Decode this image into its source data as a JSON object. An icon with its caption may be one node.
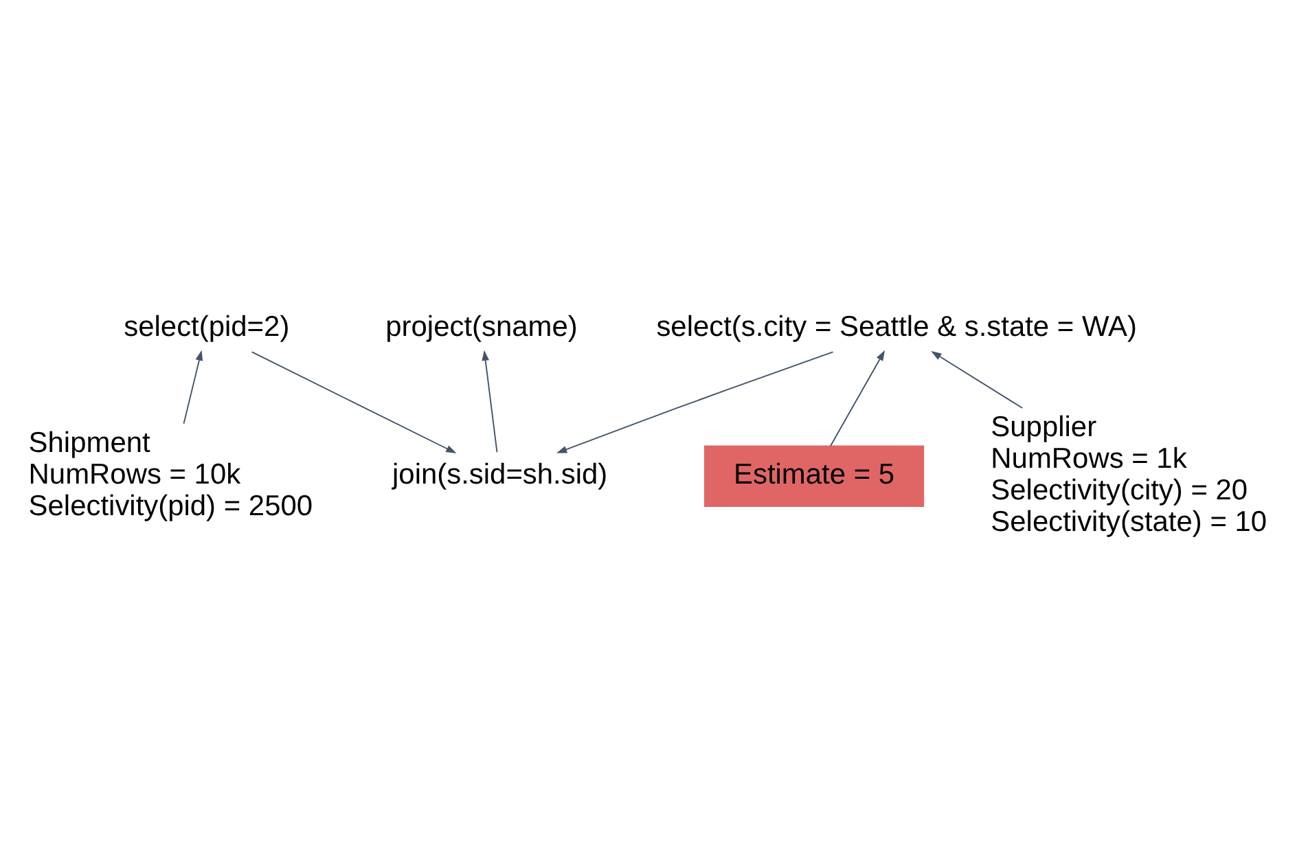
{
  "diagram": {
    "nodes": [
      {
        "text": [
          "project(sname)"
        ]
      },
      {
        "text": [
          "join(s.sid=sh.sid)"
        ]
      },
      {
        "text": [
          "Estimate = 5"
        ]
      },
      {
        "text": [
          "select(pid=2)"
        ]
      },
      {
        "text": [
          "select(s.city = Seattle & s.state = WA)"
        ]
      },
      {
        "text": [
          "Shipment",
          "NumRows = 10k",
          "Selectivity(pid) = 2500"
        ]
      },
      {
        "text": [
          "Supplier",
          "NumRows = 1k",
          "Selectivity(city) = 20",
          "Selectivity(state) = 10"
        ]
      }
    ],
    "edges": [
      {
        "from": 1,
        "to": 0,
        "arrow": "to"
      },
      {
        "from": 3,
        "to": 1,
        "arrow": "to"
      },
      {
        "from": 4,
        "to": 1,
        "arrow": "to"
      },
      {
        "from": 2,
        "to": 4,
        "arrow": "to"
      },
      {
        "from": 5,
        "to": 3,
        "arrow": "to"
      },
      {
        "from": 6,
        "to": 4,
        "arrow": "to"
      }
    ]
  }
}
